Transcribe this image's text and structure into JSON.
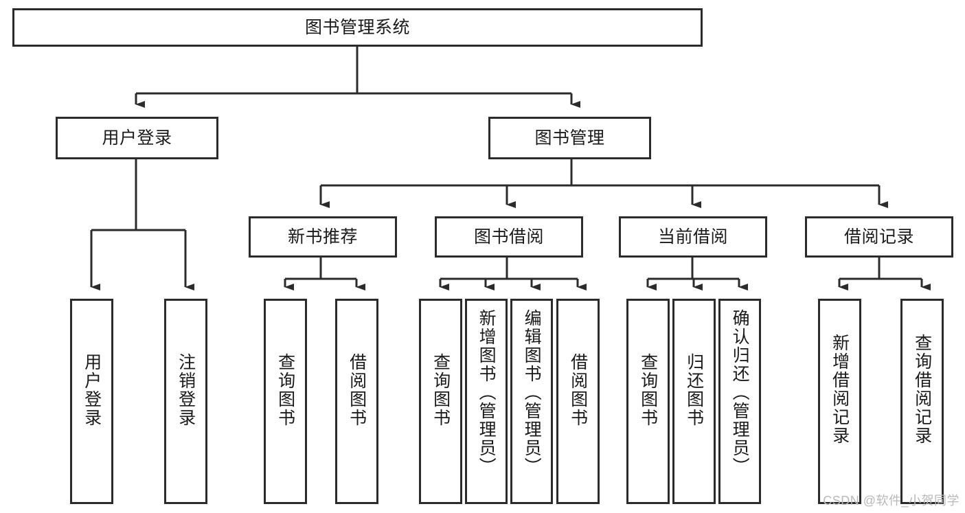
{
  "diagram": {
    "type": "tree-hierarchy",
    "title": "图书管理系统",
    "watermark": "CSDN @软件_小贺同学",
    "colors": {
      "node_border": "#2b2b2b",
      "node_fill": "#ffffff",
      "edge": "#2b2b2b",
      "text": "#1a1a1a",
      "watermark": "#b9b9b9",
      "background": "#ffffff"
    },
    "levels": {
      "root": "图书管理系统",
      "level1": [
        "用户登录",
        "图书管理"
      ],
      "level2": [
        "新书推荐",
        "图书借阅",
        "当前借阅",
        "借阅记录"
      ]
    },
    "nodes": {
      "root": {
        "label": "图书管理系统"
      },
      "user_login": {
        "label": "用户登录"
      },
      "book_manage": {
        "label": "图书管理"
      },
      "new_book_rec": {
        "label": "新书推荐"
      },
      "book_borrow": {
        "label": "图书借阅"
      },
      "current_borrow": {
        "label": "当前借阅"
      },
      "borrow_record": {
        "label": "借阅记录"
      },
      "leaf_user_login": {
        "label": "用户登录"
      },
      "leaf_user_logout": {
        "label": "注销登录"
      },
      "leaf_rec_query": {
        "label": "查询图书"
      },
      "leaf_rec_borrow": {
        "label": "借阅图书"
      },
      "leaf_borrow_query": {
        "label": "查询图书"
      },
      "leaf_borrow_add": {
        "label": "新增图书（管理员）"
      },
      "leaf_borrow_edit": {
        "label": "编辑图书（管理员）"
      },
      "leaf_borrow_do": {
        "label": "借阅图书"
      },
      "leaf_cur_query": {
        "label": "查询图书"
      },
      "leaf_cur_return": {
        "label": "归还图书"
      },
      "leaf_cur_confirm": {
        "label": "确认归还（管理员）"
      },
      "leaf_rec_add": {
        "label": "新增借阅记录"
      },
      "leaf_rec_query2": {
        "label": "查询借阅记录"
      }
    },
    "edges": [
      {
        "from": "root",
        "to": "user_login"
      },
      {
        "from": "root",
        "to": "book_manage"
      },
      {
        "from": "user_login",
        "to": "leaf_user_login"
      },
      {
        "from": "user_login",
        "to": "leaf_user_logout"
      },
      {
        "from": "book_manage",
        "to": "new_book_rec"
      },
      {
        "from": "book_manage",
        "to": "book_borrow"
      },
      {
        "from": "book_manage",
        "to": "current_borrow"
      },
      {
        "from": "book_manage",
        "to": "borrow_record"
      },
      {
        "from": "new_book_rec",
        "to": "leaf_rec_query"
      },
      {
        "from": "new_book_rec",
        "to": "leaf_rec_borrow"
      },
      {
        "from": "book_borrow",
        "to": "leaf_borrow_query"
      },
      {
        "from": "book_borrow",
        "to": "leaf_borrow_add"
      },
      {
        "from": "book_borrow",
        "to": "leaf_borrow_edit"
      },
      {
        "from": "book_borrow",
        "to": "leaf_borrow_do"
      },
      {
        "from": "current_borrow",
        "to": "leaf_cur_query"
      },
      {
        "from": "current_borrow",
        "to": "leaf_cur_return"
      },
      {
        "from": "current_borrow",
        "to": "leaf_cur_confirm"
      },
      {
        "from": "borrow_record",
        "to": "leaf_rec_add"
      },
      {
        "from": "borrow_record",
        "to": "leaf_rec_query2"
      }
    ]
  }
}
